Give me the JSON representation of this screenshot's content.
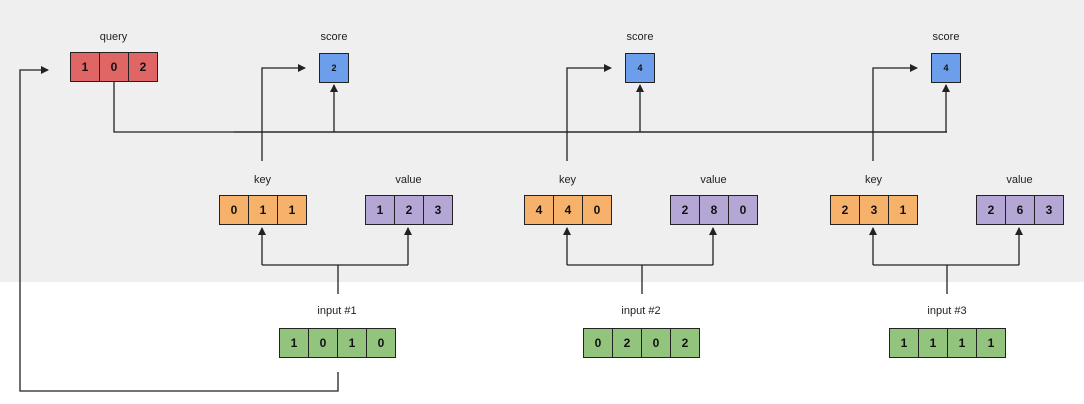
{
  "colors": {
    "query": "#e06666",
    "score": "#6d9eeb",
    "key": "#f6b26b",
    "value": "#b4a7d6",
    "input": "#93c47d",
    "line": "#222222",
    "band": "#efefef"
  },
  "query": {
    "label": "query",
    "values": [
      "1",
      "0",
      "2"
    ]
  },
  "groups": [
    {
      "score": {
        "label": "score",
        "value": "2"
      },
      "key": {
        "label": "key",
        "values": [
          "0",
          "1",
          "1"
        ]
      },
      "value": {
        "label": "value",
        "values": [
          "1",
          "2",
          "3"
        ]
      },
      "input": {
        "label": "input #1",
        "values": [
          "1",
          "0",
          "1",
          "0"
        ]
      }
    },
    {
      "score": {
        "label": "score",
        "value": "4"
      },
      "key": {
        "label": "key",
        "values": [
          "4",
          "4",
          "0"
        ]
      },
      "value": {
        "label": "value",
        "values": [
          "2",
          "8",
          "0"
        ]
      },
      "input": {
        "label": "input #2",
        "values": [
          "0",
          "2",
          "0",
          "2"
        ]
      }
    },
    {
      "score": {
        "label": "score",
        "value": "4"
      },
      "key": {
        "label": "key",
        "values": [
          "2",
          "3",
          "1"
        ]
      },
      "value": {
        "label": "value",
        "values": [
          "2",
          "6",
          "3"
        ]
      },
      "input": {
        "label": "input #3",
        "values": [
          "1",
          "1",
          "1",
          "1"
        ]
      }
    }
  ]
}
